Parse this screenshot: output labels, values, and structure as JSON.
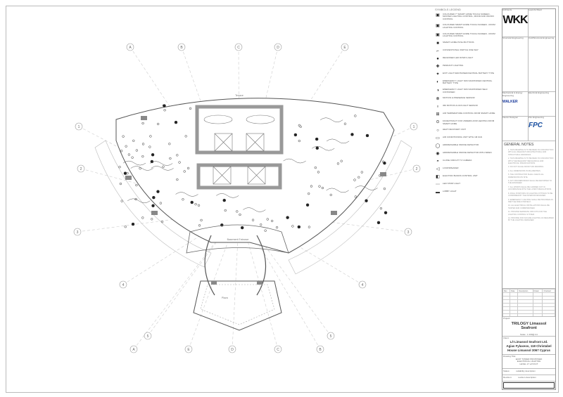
{
  "legend": {
    "title": "SYMBOLS LEGEND",
    "items": [
      {
        "icon": "touch-screen-7",
        "text": "COLOURED 7\" SMART HOME TOUCH SCREEN - MASTER LIGHTING CONTROL, MOOD AND ON/OFF CONTROL"
      },
      {
        "icon": "touch-screen-4",
        "text": "COLOURED SMART HOME TOUCH SCREEN - ROOM LIGHTING CONTROL"
      },
      {
        "icon": "touch-screen-4b",
        "text": "COLOURED SMART HOME TOUCH SCREEN - ROOM LIGHTING CONTROL"
      },
      {
        "icon": "push-button",
        "text": "SMART HOME PUSH BUTTONS"
      },
      {
        "icon": "switch",
        "text": "CONVENTIONAL SWITCH ONE WAY"
      },
      {
        "icon": "downlight",
        "text": "RECESSED LED DOWN LIGHT"
      },
      {
        "icon": "pendant",
        "text": "PENDANT LIGHTING"
      },
      {
        "icon": "exit",
        "text": "EXIT LIGHT MAINTAINED/CENTRAL BATTERY TYPE"
      },
      {
        "icon": "emergency",
        "text": "EMERGENCY LIGHT NON MAINTAINED CENTRAL BATTERY TYPE"
      },
      {
        "icon": "emergency-b",
        "text": "EMERGENCY LIGHT NON MAINTAINED SELF CONTAINED"
      },
      {
        "icon": "motion",
        "text": "MOTION & PRESENCE SENSOR"
      },
      {
        "icon": "motion-b",
        "text": "360 MOTION & DAYLIGHT SENSOR"
      },
      {
        "icon": "thermostat",
        "text": "AIR TEMPERATURE CONTROL FROM SMART HOME"
      },
      {
        "icon": "fan",
        "text": "FAN/EXTRACT FOR UNDERFLOOR HEATING FROM SMART HOME"
      },
      {
        "icon": "heat",
        "text": "HEAT RECOVERY UNIT"
      },
      {
        "icon": "air",
        "text": "AIR CONDITIONING UNIT WITH 1M FAN"
      },
      {
        "icon": "smoke",
        "text": "ADDRESSABLE SMOKE DETECTOR"
      },
      {
        "icon": "smoke-b",
        "text": "ADDRESSABLE SMOKE DETECTOR WITH SIREN"
      },
      {
        "icon": "cctv",
        "text": "CLOSE CIRCUIT TV CAMERA"
      },
      {
        "icon": "speaker",
        "text": "LOUDSPEAKER"
      },
      {
        "icon": "shutter",
        "text": "ELECTRIC BLINDS CONTROL UNIT"
      },
      {
        "icon": "strip",
        "text": "LED STRIP LIGHT"
      },
      {
        "icon": "lobby",
        "text": "LOBBY LIGHT"
      }
    ]
  },
  "grid": {
    "top": [
      "A",
      "B",
      "C",
      "D",
      "E"
    ],
    "bottom": [
      "E",
      "D",
      "C",
      "B",
      "A"
    ],
    "left": [
      "1",
      "2",
      "3",
      "4",
      "5"
    ],
    "right": [
      "1",
      "2",
      "3",
      "4",
      "5"
    ]
  },
  "rooms": {
    "terrace": "Terrace",
    "entrance": "Basement Entrance",
    "plaza": "Plaza"
  },
  "title_block": {
    "architects_label": "Architects",
    "architect_logo": "WKK",
    "lead_architect_label": "Lead Architect",
    "structural_label": "Structural Engineering",
    "civil_label": "Civil/Structural Engineering",
    "mep_label": "Mechanical & Energy Engineering",
    "electrical_label": "Electrical Engineering",
    "mep_logo": "WALKER",
    "interior_label": "Interior Designer",
    "fire_label": "Fire Engineering",
    "fire_logo": "FPC",
    "general_notes_title": "GENERAL NOTES",
    "notes": [
      "1. THIS DRAWING IS TO BE READ IN CONJUNCTION WITH ALL RELEVANT ARCHITECTURAL AND STRUCTURAL DRAWINGS.",
      "2. THIS DRAWING IS TO BE READ IN CONJUNCTION WITH THE RELEVANT MECHANICAL AND ELECTRICAL SPECIFICATIONS.",
      "3. DO NOT SCALE FROM THIS DRAWING.",
      "4. ALL DIMENSIONS IN MILLIMETRES.",
      "5. THE CONTRACTOR SHALL CHECK ALL DIMENSIONS ON SITE.",
      "6. ANY DISCREPANCIES SHALL BE REPORTED TO THE ENGINEER.",
      "7. ALL WORKS SHALL BE CARRIED OUT IN ACCORDANCE WITH THE LATEST REGULATIONS.",
      "8. FINAL POSITIONS OF LIGHTING FITTINGS TO BE CONFIRMED BY THE INTERIOR DESIGNER.",
      "9. EMERGENCY LIGHTING SHALL BE PROVIDED AS PER THE FIRE STRATEGY.",
      "10. ALL ELECTRICAL INSTALLATIONS SHALL BE TESTED AND COMMISSIONED.",
      "11. PROVIDE SEPARATE CIRCUITS FOR THE LIGHTING CONTROL SYSTEM.",
      "12. PROVIDE FOR FACADE LIGHTING AS REQUIRED BY THE LIGHTING DESIGNER."
    ],
    "revision_headers": [
      "Rev",
      "Date",
      "Description",
      "Drawn",
      "Checked"
    ],
    "project_label": "Project:",
    "project": "TRILOGY Limassol Seafront",
    "scale": "Scale : 1:100@ A1",
    "client_label": "Client:",
    "client_lines": [
      "L/I Limassol Seafront Ltd.",
      "Agias Fylaxeos, 118 Christabel",
      "House Limassol 3067 Cyprus"
    ],
    "drawing_title_label": "Drawing Title:",
    "drawing_title_lines": [
      "EAST TOWER PROPOSED",
      "ELECTRICAL LIGHTING",
      "LEVEL 17 LAYOUT"
    ],
    "status_label": "Status:",
    "status": "suitability description",
    "revision_label": "Revision:",
    "revision": "revision description"
  }
}
